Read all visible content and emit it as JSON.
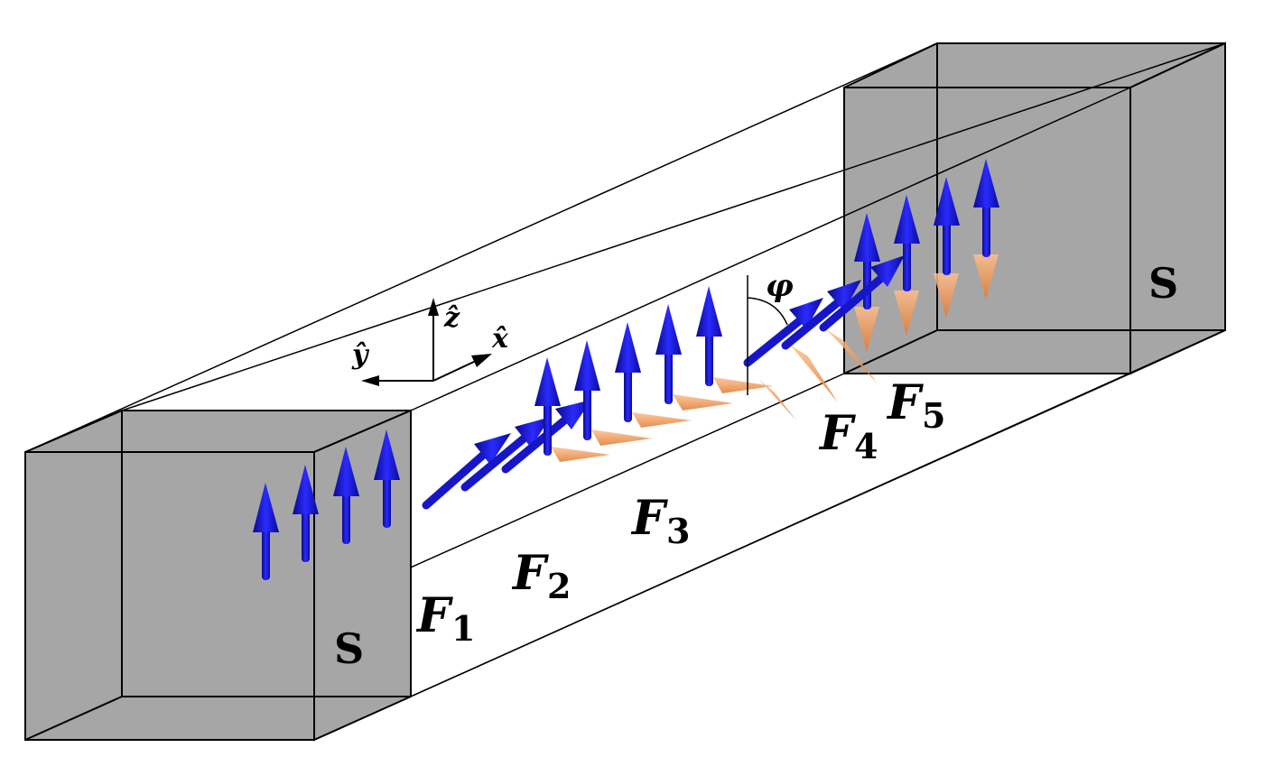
{
  "labels": {
    "superconductor": "S",
    "ferromagnet": "F",
    "layers": [
      "1",
      "2",
      "3",
      "4",
      "5"
    ],
    "angle": "φ",
    "axes": {
      "x": "x̂",
      "y": "ŷ",
      "z": "ẑ"
    }
  },
  "colors": {
    "superconductor_fill": "#a6a6a6",
    "blue_arrow": "#1a1ae6",
    "orange_arrow": "#f0a060",
    "outline": "#000000"
  },
  "icons": {
    "spin_up": "blue-arrow-icon",
    "spin_in_plane": "orange-cone-icon"
  }
}
